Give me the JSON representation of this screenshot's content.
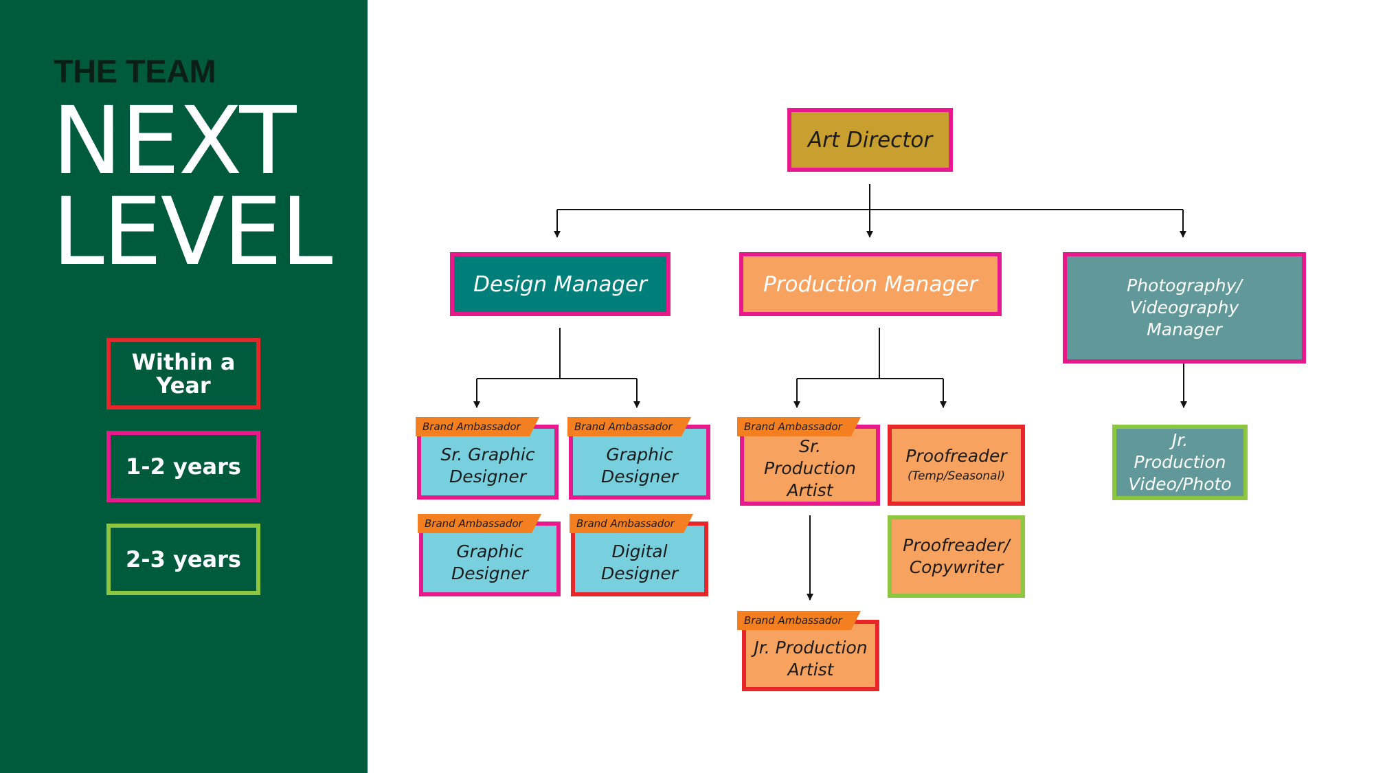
{
  "header": {
    "kicker": "THE TEAM",
    "headline_line1": "NEXT",
    "headline_line2": "LEVEL"
  },
  "legend": [
    {
      "label": "Within a Year",
      "color": "#e8262a"
    },
    {
      "label": "1-2 years",
      "color": "#e8198b"
    },
    {
      "label": "2-3 years",
      "color": "#8dc63f"
    }
  ],
  "tag_label": "Brand Ambassador",
  "nodes": {
    "art_director": {
      "label": "Art Director",
      "fill": "#c9a030",
      "border": "#e8198b"
    },
    "design_manager": {
      "label": "Design Manager",
      "fill": "#007f7a",
      "border": "#e8198b"
    },
    "production_manager": {
      "label": "Production Manager",
      "fill": "#f8a260",
      "border": "#e8198b"
    },
    "photo_video_manager": {
      "label": "Photography/ Videography Manager",
      "fill": "#61999a",
      "border": "#e8198b"
    },
    "sr_graphic_designer": {
      "label": "Sr. Graphic Designer",
      "fill": "#78cfdd",
      "border": "#e8198b"
    },
    "graphic_designer_1": {
      "label": "Graphic Designer",
      "fill": "#78cfdd",
      "border": "#e8198b"
    },
    "graphic_designer_2": {
      "label": "Graphic Designer",
      "fill": "#78cfdd",
      "border": "#e8198b"
    },
    "digital_designer": {
      "label": "Digital Designer",
      "fill": "#78cfdd",
      "border": "#e8262a"
    },
    "sr_production_artist": {
      "label": "Sr. Production Artist",
      "fill": "#f8a260",
      "border": "#e8198b"
    },
    "proofreader": {
      "label": "Proofreader",
      "sublabel": "(Temp/Seasonal)",
      "fill": "#f8a260",
      "border": "#e8262a"
    },
    "proofreader_copywriter": {
      "label": "Proofreader/ Copywriter",
      "fill": "#f8a260",
      "border": "#8dc63f"
    },
    "jr_production_artist": {
      "label": "Jr. Production Artist",
      "fill": "#f8a260",
      "border": "#e8262a"
    },
    "jr_production_video_photo": {
      "label": "Jr. Production Video/Photo",
      "fill": "#61999a",
      "border": "#8dc63f"
    }
  }
}
